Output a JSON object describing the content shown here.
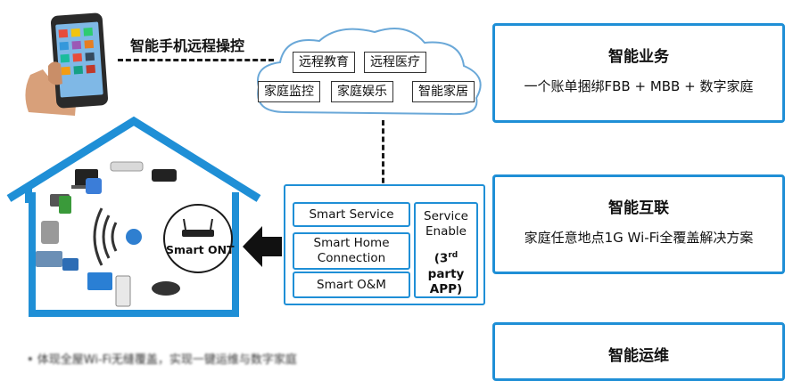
{
  "phone": {
    "label": "智能手机远程操控"
  },
  "cloud": {
    "tags": [
      "远程教育",
      "远程医疗",
      "家庭监控",
      "家庭娱乐",
      "智能家居"
    ]
  },
  "right_boxes": [
    {
      "title": "智能业务",
      "desc": "一个账单捆绑FBB + MBB + 数字家庭"
    },
    {
      "title": "智能互联",
      "desc": "家庭任意地点1G Wi-Fi全覆盖解决方案"
    },
    {
      "title": "智能运维",
      "desc": ""
    }
  ],
  "panel": {
    "smart_service": "Smart Service",
    "smart_home_1": "Smart Home",
    "smart_home_2": "Connection",
    "smart_om": "Smart O&M",
    "service_1": "Service",
    "service_2": "Enable",
    "third_party_1": "(3",
    "third_party_sup": "rd",
    "third_party_2": " party",
    "third_party_3": "APP)"
  },
  "house": {
    "ont_label": "Smart ONT"
  },
  "bottom": {
    "text": "•  体现全屋Wi-Fi无缝覆盖，实现一键运维与数字家庭"
  },
  "colors": {
    "accent": "#1f8fd6",
    "dark": "#1a1a1a"
  }
}
